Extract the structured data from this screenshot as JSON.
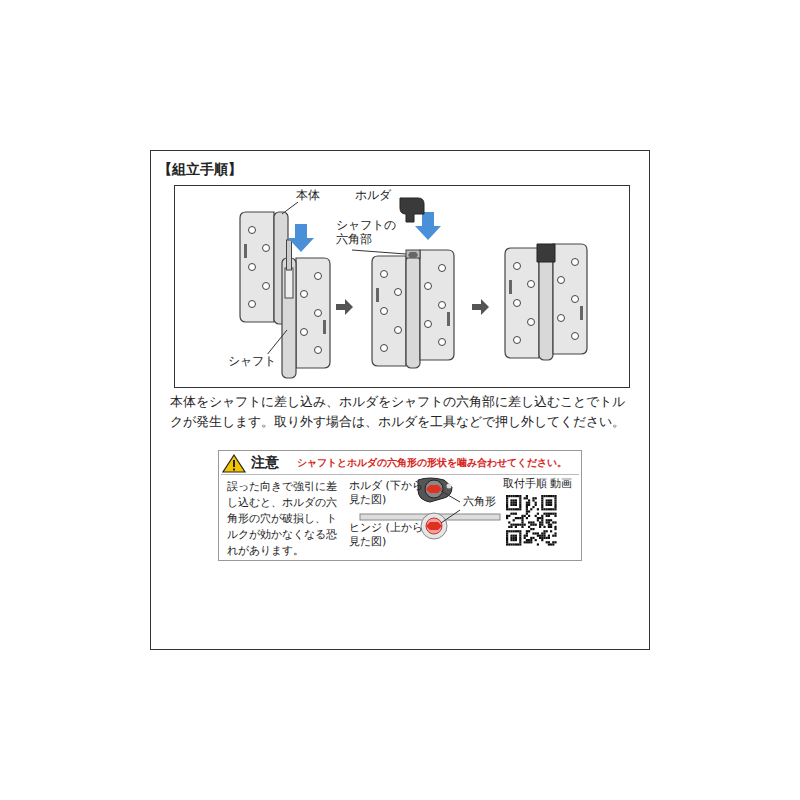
{
  "diagram": {
    "title": "【組立手順】",
    "nodes": [
      {
        "text": [
          "注意",
          "シャフトとホルダの六角形の形状を噛み合わせてください。",
          "誤った向きで強引に差し込むと、ホルダの六角形の穴が破損し、トルクが効かなくなる恐れがあります。",
          "ホルダ (下から見た図)",
          "六角形",
          "ヒンジ (上から見た図)",
          "取付手順 動画"
        ]
      }
    ],
    "labels": [
      "本体",
      "ホルダ",
      "シャフトの六角部",
      "シャフト",
      "本体をシャフトに差し込み、ホルダをシャフトの六角部に差し込むことでトルクが発生します。取り外す場合は、ホルダを工具などで押し外してください。"
    ]
  }
}
